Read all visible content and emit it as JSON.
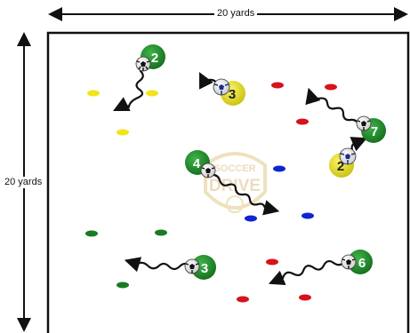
{
  "dimensions": {
    "width_label": "20 yards",
    "height_label": "20 yards"
  },
  "watermark": {
    "line1": "SOCCER",
    "line2": "DRIVE",
    "color": "#e8d7a8"
  },
  "colors": {
    "field_border": "#111111",
    "green_player": "#1f8a2a",
    "yellow_player": "#e6e01c",
    "cone_yellow": "#f2e418",
    "cone_red": "#d8121a",
    "cone_blue": "#1024d0",
    "cone_green": "#1a7a22",
    "dribble_path": "#111111"
  },
  "players": [
    {
      "id": "g2",
      "team": "green",
      "number": "2"
    },
    {
      "id": "y3",
      "team": "yellow",
      "number": "3"
    },
    {
      "id": "g4",
      "team": "green",
      "number": "4"
    },
    {
      "id": "g7",
      "team": "green",
      "number": "7"
    },
    {
      "id": "y2",
      "team": "yellow",
      "number": "2"
    },
    {
      "id": "g3",
      "team": "green",
      "number": "3"
    },
    {
      "id": "g6",
      "team": "green",
      "number": "6"
    }
  ]
}
